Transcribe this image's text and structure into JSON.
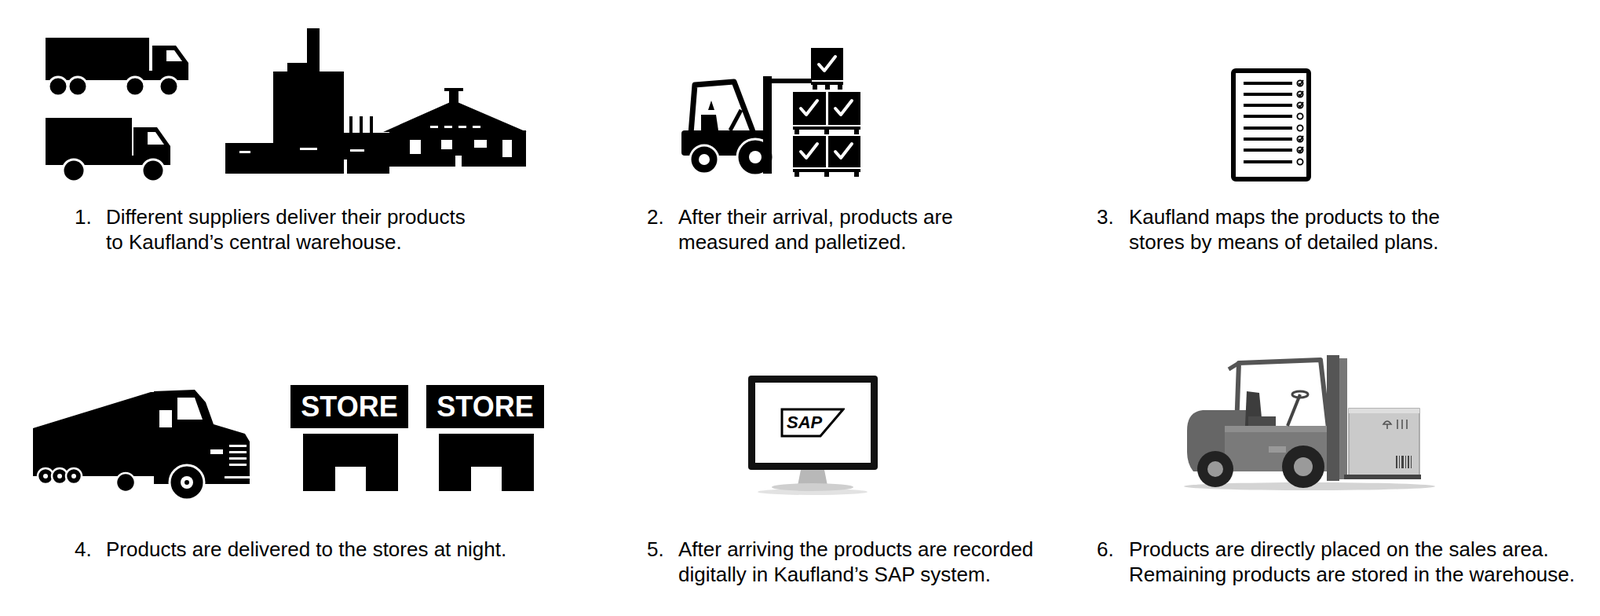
{
  "diagram": {
    "nodes": [
      {
        "text": [
          "STORE"
        ]
      },
      {
        "text": [
          "STORE"
        ]
      },
      {
        "text": [
          "SAP"
        ]
      }
    ],
    "labels": [
      "1.",
      "Different suppliers deliver their products to Kaufland’s central warehouse.",
      "2.",
      "After their arrival, products are measured and palletized.",
      "3.",
      "Kaufland maps the products to the stores by means of detailed plans.",
      "4.",
      "Products are delivered to the stores at night.",
      "5.",
      "After arriving the products are recorded digitally in Kaufland’s SAP system.",
      "6.",
      "Products are directly placed on the sales area. Remaining products are stored in the warehouse."
    ]
  }
}
